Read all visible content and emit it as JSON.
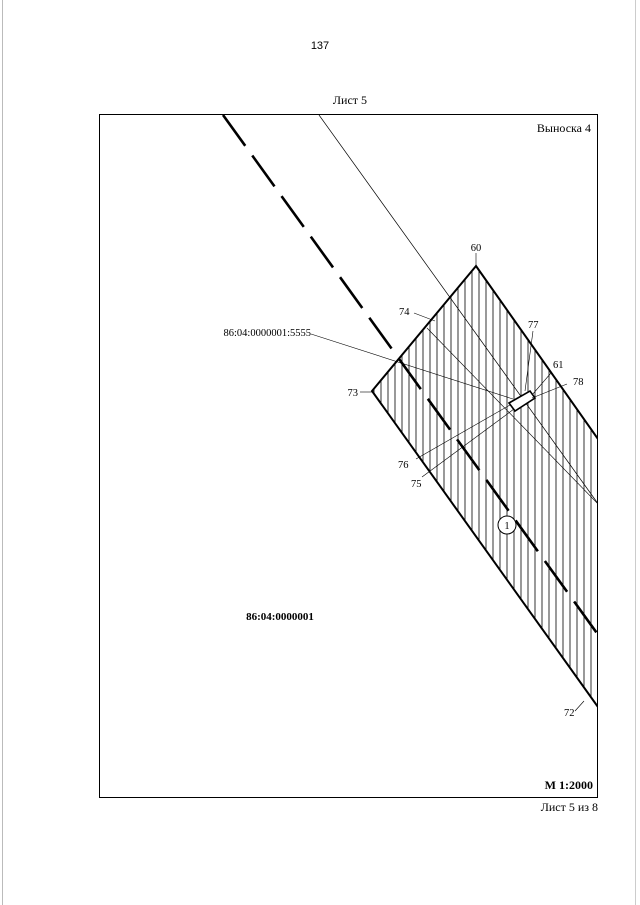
{
  "page_number": "137",
  "sheet_title": "Лист 5",
  "callout_title": "Выноска 4",
  "scale": "М 1:2000",
  "sheet_footer": "Лист 5 из 8",
  "parcel_label": "86:04:0000001:5555",
  "block_label": "86:04:0000001",
  "zone_marker": "1",
  "points": {
    "p60": "60",
    "p61": "61",
    "p72": "72",
    "p73": "73",
    "p74": "74",
    "p75": "75",
    "p76": "76",
    "p77": "77",
    "p78": "78"
  }
}
